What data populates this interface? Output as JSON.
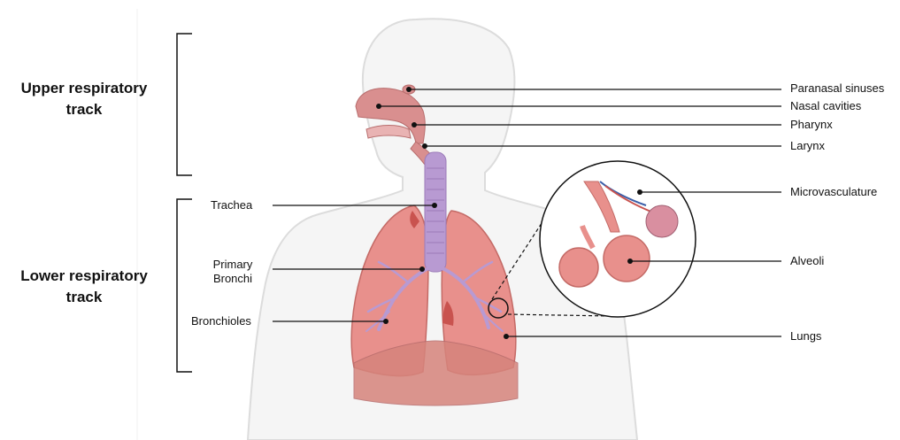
{
  "sections": {
    "upper": {
      "line1": "Upper respiratory",
      "line2": "track"
    },
    "lower": {
      "line1": "Lower respiratory",
      "line2": "track"
    }
  },
  "labels": {
    "paranasal": "Paranasal sinuses",
    "nasal": "Nasal cavities",
    "pharynx": "Pharynx",
    "larynx": "Larynx",
    "microvasculature": "Microvasculature",
    "alveoli": "Alveoli",
    "lungs": "Lungs",
    "trachea": "Trachea",
    "bronchi_line1": "Primary",
    "bronchi_line2": "Bronchi",
    "bronchioles": "Bronchioles"
  },
  "colors": {
    "body_outline": "#d9d9d9",
    "body_fill": "#f4f4f4",
    "lung": "#e8908c",
    "lung_dark": "#c9534f",
    "trachea": "#b89ad2",
    "nasal": "#d98f8f",
    "diaphragm": "#d6847c",
    "leader": "#000000"
  }
}
